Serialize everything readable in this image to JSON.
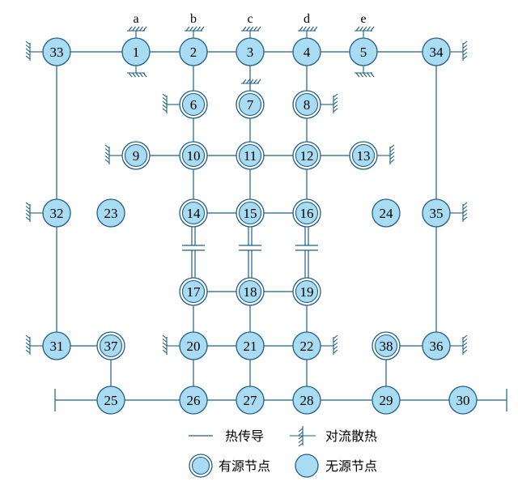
{
  "legend": {
    "conduction": "热传导",
    "convection": "对流散热",
    "source_node": "有源节点",
    "passive_node": "无源节点"
  },
  "terminal_labels": [
    "a",
    "b",
    "c",
    "d",
    "e"
  ],
  "nodes": [
    {
      "id": "1",
      "label": "1",
      "type": "passive"
    },
    {
      "id": "2",
      "label": "2",
      "type": "passive"
    },
    {
      "id": "3",
      "label": "3",
      "type": "passive"
    },
    {
      "id": "4",
      "label": "4",
      "type": "passive"
    },
    {
      "id": "5",
      "label": "5",
      "type": "passive"
    },
    {
      "id": "6",
      "label": "6",
      "type": "source"
    },
    {
      "id": "7",
      "label": "7",
      "type": "source"
    },
    {
      "id": "8",
      "label": "8",
      "type": "source"
    },
    {
      "id": "9",
      "label": "9",
      "type": "source"
    },
    {
      "id": "10",
      "label": "10",
      "type": "source"
    },
    {
      "id": "11",
      "label": "11",
      "type": "source"
    },
    {
      "id": "12",
      "label": "12",
      "type": "source"
    },
    {
      "id": "13",
      "label": "13",
      "type": "source"
    },
    {
      "id": "14",
      "label": "14",
      "type": "source"
    },
    {
      "id": "15",
      "label": "15",
      "type": "source"
    },
    {
      "id": "16",
      "label": "16",
      "type": "source"
    },
    {
      "id": "17",
      "label": "17",
      "type": "source"
    },
    {
      "id": "18",
      "label": "18",
      "type": "source"
    },
    {
      "id": "19",
      "label": "19",
      "type": "source"
    },
    {
      "id": "20",
      "label": "20",
      "type": "passive"
    },
    {
      "id": "21",
      "label": "21",
      "type": "passive"
    },
    {
      "id": "22",
      "label": "22",
      "type": "passive"
    },
    {
      "id": "23",
      "label": "23",
      "type": "passive"
    },
    {
      "id": "24",
      "label": "24",
      "type": "passive"
    },
    {
      "id": "25",
      "label": "25",
      "type": "passive"
    },
    {
      "id": "26",
      "label": "26",
      "type": "passive"
    },
    {
      "id": "27",
      "label": "27",
      "type": "passive"
    },
    {
      "id": "28",
      "label": "28",
      "type": "passive"
    },
    {
      "id": "29",
      "label": "29",
      "type": "passive"
    },
    {
      "id": "30",
      "label": "30",
      "type": "passive"
    },
    {
      "id": "31",
      "label": "31",
      "type": "passive"
    },
    {
      "id": "32",
      "label": "32",
      "type": "passive"
    },
    {
      "id": "33",
      "label": "33",
      "type": "passive"
    },
    {
      "id": "34",
      "label": "34",
      "type": "passive"
    },
    {
      "id": "35",
      "label": "35",
      "type": "passive"
    },
    {
      "id": "36",
      "label": "36",
      "type": "passive"
    },
    {
      "id": "37",
      "label": "37",
      "type": "source"
    },
    {
      "id": "38",
      "label": "38",
      "type": "source"
    }
  ],
  "edges": [
    [
      "33",
      "1"
    ],
    [
      "1",
      "2"
    ],
    [
      "2",
      "3"
    ],
    [
      "3",
      "4"
    ],
    [
      "4",
      "5"
    ],
    [
      "5",
      "34"
    ],
    [
      "2",
      "6"
    ],
    [
      "3",
      "7"
    ],
    [
      "4",
      "8"
    ],
    [
      "6",
      "10"
    ],
    [
      "7",
      "11"
    ],
    [
      "8",
      "12"
    ],
    [
      "9",
      "10"
    ],
    [
      "10",
      "11"
    ],
    [
      "11",
      "12"
    ],
    [
      "12",
      "13"
    ],
    [
      "10",
      "14"
    ],
    [
      "11",
      "15"
    ],
    [
      "12",
      "16"
    ],
    [
      "14",
      "15"
    ],
    [
      "15",
      "16"
    ],
    [
      "17",
      "18"
    ],
    [
      "18",
      "19"
    ],
    [
      "17",
      "20"
    ],
    [
      "18",
      "21"
    ],
    [
      "19",
      "22"
    ],
    [
      "20",
      "21"
    ],
    [
      "21",
      "22"
    ],
    [
      "20",
      "26"
    ],
    [
      "21",
      "27"
    ],
    [
      "22",
      "28"
    ],
    [
      "25",
      "26"
    ],
    [
      "26",
      "27"
    ],
    [
      "27",
      "28"
    ],
    [
      "28",
      "29"
    ],
    [
      "29",
      "30"
    ],
    [
      "31",
      "37"
    ],
    [
      "37",
      "25"
    ],
    [
      "38",
      "36"
    ],
    [
      "38",
      "29"
    ],
    [
      "33",
      "32"
    ],
    [
      "32",
      "31"
    ],
    [
      "34",
      "35"
    ],
    [
      "35",
      "36"
    ]
  ],
  "capacitor_links": [
    [
      "14",
      "17"
    ],
    [
      "15",
      "18"
    ],
    [
      "16",
      "19"
    ]
  ],
  "convection": [
    {
      "node": "1",
      "side": "top",
      "label": "a"
    },
    {
      "node": "2",
      "side": "top",
      "label": "b"
    },
    {
      "node": "3",
      "side": "top",
      "label": "c"
    },
    {
      "node": "4",
      "side": "top",
      "label": "d"
    },
    {
      "node": "5",
      "side": "top",
      "label": "e"
    },
    {
      "node": "1",
      "side": "bottom"
    },
    {
      "node": "5",
      "side": "bottom"
    },
    {
      "node": "33",
      "side": "left"
    },
    {
      "node": "34",
      "side": "right"
    },
    {
      "node": "6",
      "side": "left"
    },
    {
      "node": "8",
      "side": "right"
    },
    {
      "node": "9",
      "side": "left"
    },
    {
      "node": "13",
      "side": "right"
    },
    {
      "node": "32",
      "side": "left"
    },
    {
      "node": "35",
      "side": "right"
    },
    {
      "node": "31",
      "side": "left"
    },
    {
      "node": "36",
      "side": "right"
    },
    {
      "node": "20",
      "side": "left"
    },
    {
      "node": "22",
      "side": "right"
    },
    {
      "node": "7",
      "side": "top"
    }
  ]
}
